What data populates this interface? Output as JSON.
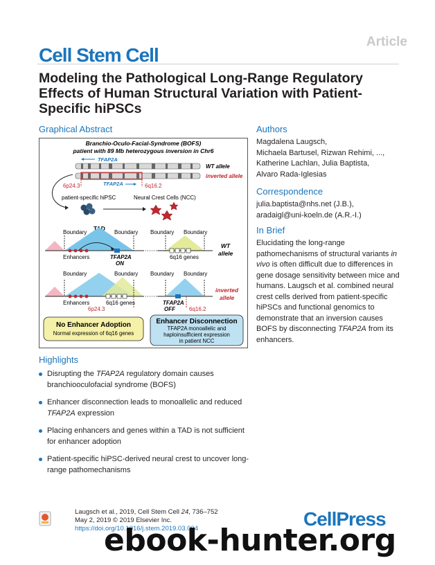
{
  "header": {
    "article_tag": "Article",
    "journal": "Cell Stem Cell",
    "title": "Modeling the Pathological Long-Range Regulatory Effects of Human Structural Variation with Patient-Specific hiPSCs"
  },
  "graphical_abstract": {
    "heading": "Graphical Abstract",
    "top_caption_1": "Branchio-Oculo-Facial-Syndrome (BOFS)",
    "top_caption_2": "patient with 89 Mb heterozygous inversion in Chr6",
    "tfap2a_top": "TFAP2A",
    "wt_allele": "WT allele",
    "inverted_allele": "inverted allele",
    "loc_6p24": "6p24.3",
    "tfap2a_mid": "TFAP2A",
    "loc_6q16": "6q16.2",
    "patient_hipsc": "patient-specific hiPSC",
    "ncc": "Neural Crest Cells (NCC)",
    "boundary": "Boundary",
    "tad": "TAD",
    "enhancers": "Enhancers",
    "tfap2a_on_1": "TFAP2A",
    "tfap2a_on_2": "ON",
    "genes_6q16": "6q16 genes",
    "wt_label_1": "WT",
    "wt_label_2": "allele",
    "inv_label_1": "inverted",
    "inv_label_2": "allele",
    "tfap2a_off_1": "TFAP2A",
    "tfap2a_off_2": "OFF",
    "no_adoption_title": "No Enhancer Adoption",
    "no_adoption_text": "Normal expression of 6q16 genes",
    "disconnection_title": "Enhancer Disconnection",
    "disconnection_text_1": "TFAP2A monoallelic and",
    "disconnection_text_2": "haploinsufficient expression",
    "disconnection_text_3": "in patient NCC"
  },
  "authors": {
    "heading": "Authors",
    "lines": [
      "Magdalena Laugsch,",
      "Michaela Bartusel, Rizwan Rehimi, ...,",
      "Katherine Lachlan, Julia Baptista,",
      "Alvaro Rada-Iglesias"
    ]
  },
  "correspondence": {
    "heading": "Correspondence",
    "lines": [
      "julia.baptista@nhs.net (J.B.),",
      "aradaigl@uni-koeln.de (A.R.-I.)"
    ]
  },
  "in_brief": {
    "heading": "In Brief",
    "p1": "Elucidating the long-range pathomechanisms of structural variants",
    "p2": "in vivo",
    "p3": "is often difficult due to differences in gene dosage sensitivity between mice and humans. Laugsch et al. combined neural crest cells derived from patient-specific hiPSCs and functional genomics to demonstrate that an inversion causes BOFS by disconnecting",
    "p4": "TFAP2A",
    "p5": "from its enhancers."
  },
  "highlights": {
    "heading": "Highlights",
    "items": [
      {
        "pre": "Disrupting the ",
        "em": "TFAP2A",
        "post": " regulatory domain causes branchiooculofacial syndrome (BOFS)"
      },
      {
        "pre": "Enhancer disconnection leads to monoallelic and reduced ",
        "em": "TFAP2A",
        "post": " expression"
      },
      {
        "pre": "Placing enhancers and genes within a TAD is not sufficient for enhancer adoption",
        "em": "",
        "post": ""
      },
      {
        "pre": "Patient-specific hiPSC-derived neural crest to uncover long-range pathomechanisms",
        "em": "",
        "post": ""
      }
    ]
  },
  "citation": {
    "line1_a": "Laugsch et al., 2019, Cell Stem Cell ",
    "line1_vol": "24",
    "line1_b": ", 736–752",
    "line2": "May 2, 2019 © 2019 Elsevier Inc.",
    "doi": "https://doi.org/10.1016/j.stem.2019.03.004"
  },
  "footer": {
    "publisher": "CellPress",
    "watermark": "ebook-hunter.org"
  },
  "colors": {
    "brand_blue": "#1b75bc",
    "red": "#c1272d",
    "tad_blue": "#79c5ea",
    "tad_yellow": "#e3ea9a",
    "tad_pink": "#f4b6c2"
  }
}
